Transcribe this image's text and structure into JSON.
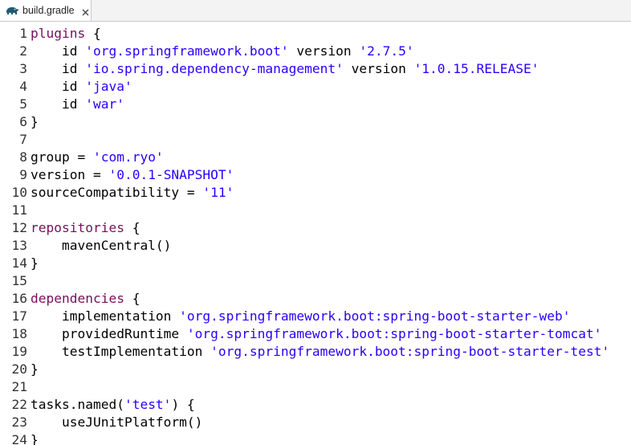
{
  "tab": {
    "filename": "build.gradle",
    "icon": "gradle-elephant-icon",
    "close_icon": "close-icon"
  },
  "colors": {
    "keyword": "#7a0f5a",
    "string": "#2a00ff",
    "plain": "#000000",
    "tab_bg": "#ffffff",
    "tabbar_bg": "#f3f3f3"
  },
  "editor": {
    "lines": [
      {
        "num": "1",
        "tokens": [
          {
            "t": "kw",
            "v": "plugins"
          },
          {
            "t": "plain",
            "v": " {"
          }
        ]
      },
      {
        "num": "2",
        "tokens": [
          {
            "t": "plain",
            "v": "    id "
          },
          {
            "t": "str",
            "v": "'org.springframework.boot'"
          },
          {
            "t": "plain",
            "v": " version "
          },
          {
            "t": "str",
            "v": "'2.7.5'"
          }
        ]
      },
      {
        "num": "3",
        "tokens": [
          {
            "t": "plain",
            "v": "    id "
          },
          {
            "t": "str",
            "v": "'io.spring.dependency-management'"
          },
          {
            "t": "plain",
            "v": " version "
          },
          {
            "t": "str",
            "v": "'1.0.15.RELEASE'"
          }
        ]
      },
      {
        "num": "4",
        "tokens": [
          {
            "t": "plain",
            "v": "    id "
          },
          {
            "t": "str",
            "v": "'java'"
          }
        ]
      },
      {
        "num": "5",
        "tokens": [
          {
            "t": "plain",
            "v": "    id "
          },
          {
            "t": "str",
            "v": "'war'"
          }
        ]
      },
      {
        "num": "6",
        "tokens": [
          {
            "t": "plain",
            "v": "}"
          }
        ]
      },
      {
        "num": "7",
        "tokens": []
      },
      {
        "num": "8",
        "tokens": [
          {
            "t": "plain",
            "v": "group = "
          },
          {
            "t": "str",
            "v": "'com.ryo'"
          }
        ]
      },
      {
        "num": "9",
        "tokens": [
          {
            "t": "plain",
            "v": "version = "
          },
          {
            "t": "str",
            "v": "'0.0.1-SNAPSHOT'"
          }
        ]
      },
      {
        "num": "10",
        "tokens": [
          {
            "t": "plain",
            "v": "sourceCompatibility = "
          },
          {
            "t": "str",
            "v": "'11'"
          }
        ]
      },
      {
        "num": "11",
        "tokens": []
      },
      {
        "num": "12",
        "tokens": [
          {
            "t": "kw",
            "v": "repositories"
          },
          {
            "t": "plain",
            "v": " {"
          }
        ]
      },
      {
        "num": "13",
        "tokens": [
          {
            "t": "plain",
            "v": "    mavenCentral()"
          }
        ]
      },
      {
        "num": "14",
        "tokens": [
          {
            "t": "plain",
            "v": "}"
          }
        ]
      },
      {
        "num": "15",
        "tokens": []
      },
      {
        "num": "16",
        "tokens": [
          {
            "t": "kw",
            "v": "dependencies"
          },
          {
            "t": "plain",
            "v": " {"
          }
        ]
      },
      {
        "num": "17",
        "tokens": [
          {
            "t": "plain",
            "v": "    implementation "
          },
          {
            "t": "str",
            "v": "'org.springframework.boot:spring-boot-starter-web'"
          }
        ]
      },
      {
        "num": "18",
        "tokens": [
          {
            "t": "plain",
            "v": "    providedRuntime "
          },
          {
            "t": "str",
            "v": "'org.springframework.boot:spring-boot-starter-tomcat'"
          }
        ]
      },
      {
        "num": "19",
        "tokens": [
          {
            "t": "plain",
            "v": "    testImplementation "
          },
          {
            "t": "str",
            "v": "'org.springframework.boot:spring-boot-starter-test'"
          }
        ]
      },
      {
        "num": "20",
        "tokens": [
          {
            "t": "plain",
            "v": "}"
          }
        ]
      },
      {
        "num": "21",
        "tokens": []
      },
      {
        "num": "22",
        "tokens": [
          {
            "t": "plain",
            "v": "tasks.named("
          },
          {
            "t": "str",
            "v": "'test'"
          },
          {
            "t": "plain",
            "v": ") {"
          }
        ]
      },
      {
        "num": "23",
        "tokens": [
          {
            "t": "plain",
            "v": "    useJUnitPlatform()"
          }
        ]
      },
      {
        "num": "24",
        "tokens": [
          {
            "t": "plain",
            "v": "}"
          }
        ]
      }
    ]
  }
}
